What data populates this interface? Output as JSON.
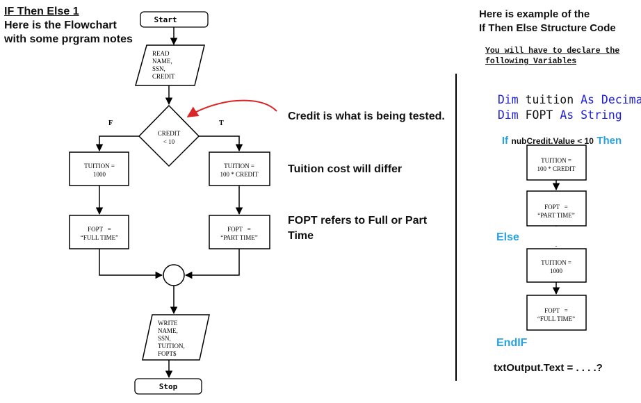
{
  "title": {
    "line1": "IF Then Else 1",
    "line2": "Here is the Flowchart",
    "line3": "with some prgram notes"
  },
  "flowchart": {
    "start": "Start",
    "read": [
      "READ",
      "NAME,",
      "SSN,",
      "CREDIT"
    ],
    "decision": [
      "CREDIT",
      "< 10"
    ],
    "false_label": "F",
    "true_label": "T",
    "tuition_false": [
      "TUITION =",
      "1000"
    ],
    "tuition_true": [
      "TUITION =",
      "100 * CREDIT"
    ],
    "fopt_false": [
      "FOPT   =",
      "“FULL TIME”"
    ],
    "fopt_true": [
      "FOPT   =",
      "“PART TIME”"
    ],
    "write": [
      "WRITE",
      "NAME,",
      "SSN,",
      "TUITION,",
      "FOPT$"
    ],
    "stop": "Stop"
  },
  "notes": {
    "credit": "Credit is what is being tested.",
    "tuition": "Tuition cost will differ",
    "fopt_line1": "FOPT refers to Full or Part",
    "fopt_line2": "Time"
  },
  "code": {
    "heading1": "Here is example of the",
    "heading2": "If Then Else Structure Code",
    "declare1": "You will have to declare the",
    "declare2": "following Variables",
    "dim_kw": "Dim",
    "as_kw": "As",
    "var1": "tuition",
    "type1": "Decimal",
    "var2": "FOPT",
    "type2": "String",
    "if_kw": "If",
    "condition": "nubCredit.Value < 10",
    "then_kw": "Then",
    "box1": [
      "TUITION =",
      "100 * CREDIT"
    ],
    "box2": [
      "FOPT   =",
      "“PART TIME”"
    ],
    "else_kw": "Else",
    "box3": [
      "TUITION =",
      "1000"
    ],
    "box4": [
      "FOPT   =",
      "“FULL TIME”"
    ],
    "endif_kw": "EndIF",
    "output": "txtOutput.Text = . . . .?"
  },
  "colors": {
    "keyword_blue": "#1f1fd6",
    "vb_cyan": "#29a3df",
    "arrow_red": "#d92626"
  }
}
